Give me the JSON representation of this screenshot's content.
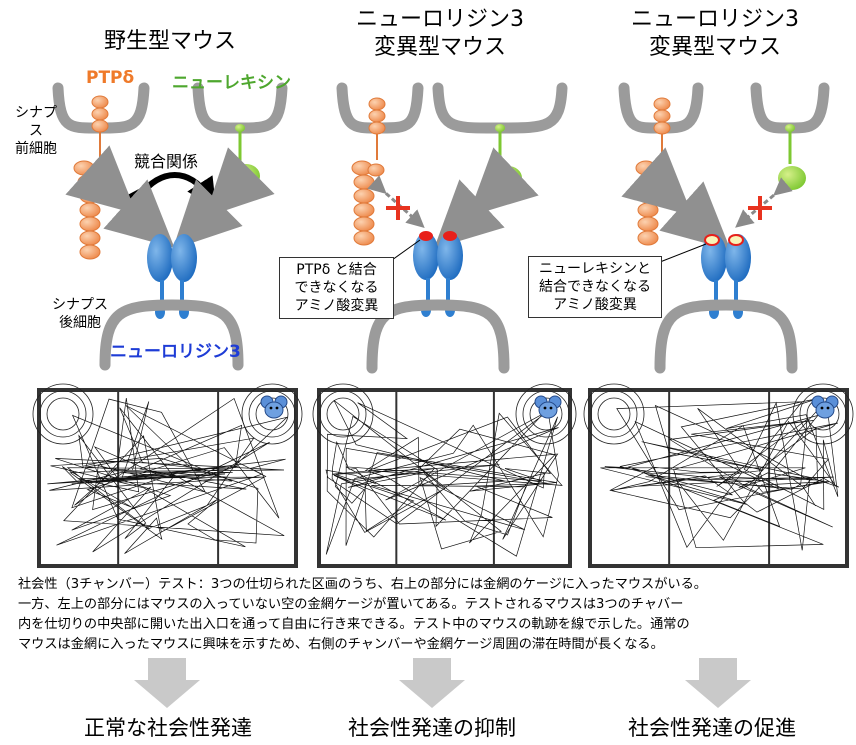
{
  "top": {
    "wild": {
      "title": "野生型マウス",
      "ptp_label": "PTPδ",
      "nrx_label": "ニューレキシン",
      "presyn_label": "シナプス\n前細胞",
      "competition_label": "競合関係",
      "postsyn_label": "シナプス\n後細胞",
      "nlgn_label": "ニューロリジン3"
    },
    "mutant1": {
      "title": "ニューロリジン3\n変異型マウス",
      "callout": "PTPδ と結合\nできなくなる\nアミノ酸変異"
    },
    "mutant2": {
      "title": "ニューロリジン3\n変異型マウス",
      "callout": "ニューレキシンと\n結合できなくなる\nアミノ酸変異"
    }
  },
  "description": "社会性（3チャンバー）テスト：3つの仕切られた区画のうち、右上の部分には金網のケージに入ったマウスがいる。\n一方、左上の部分にはマウスの入っていない空の金網ケージが置いてある。テストされるマウスは3つのチャバー\n内を仕切りの中央部に開いた出入口を通って自由に行き来できる。テスト中のマウスの軌跡を線で示した。通常の\nマウスは金網に入ったマウスに興味を示すため、右側のチャンバーや金網ケージ周囲の滞在時間が長くなる。",
  "results": [
    "正常な社会性発達",
    "社会性発達の抑制",
    "社会性発達の促進"
  ],
  "colors": {
    "ptp": "#f5a36e",
    "nrx": "#9fd84a",
    "nlgn": "#2f7fd0",
    "membrane": "#9b9b9b",
    "cross": "#e8331f",
    "mutation": "#e8201a"
  }
}
